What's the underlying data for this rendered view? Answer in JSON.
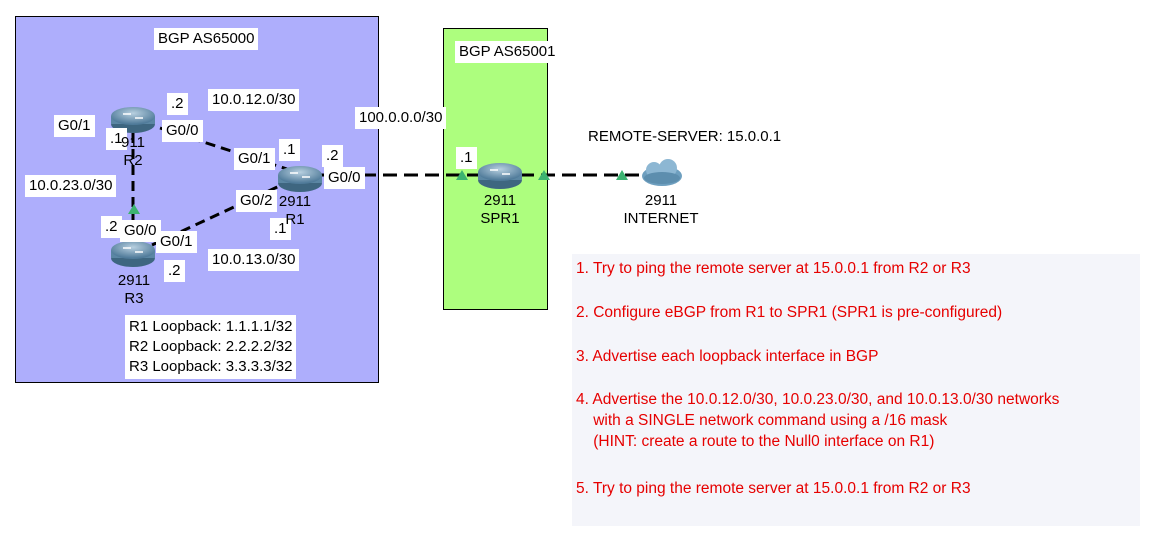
{
  "areas": {
    "as65000": "BGP AS65000",
    "as65001": "BGP AS65001"
  },
  "labels": {
    "r2_g01": "G0/1",
    "r2_dot1": ".1",
    "r2_dot2_top": ".2",
    "r2_g00": "G0/0",
    "net_12": "10.0.12.0/30",
    "net_100": "100.0.0.0/30",
    "net_23": "10.0.23.0/30",
    "net_13": "10.0.13.0/30",
    "r1_g01": "G0/1",
    "r1_dot1_top": ".1",
    "r1_dot2_right": ".2",
    "r1_g00": "G0/0",
    "r1_g02": "G0/2",
    "r1_dot1_bottom": ".1",
    "spr1_dot1": ".1",
    "r3_dot2_left": ".2",
    "r3_g00": "G0/0",
    "r3_g01": "G0/1",
    "r3_dot2_bottom": ".2",
    "remote_server": "REMOTE-SERVER: 15.0.0.1"
  },
  "devices": {
    "r1": {
      "caption": "2911\nR1",
      "icon": "router-icon"
    },
    "r2": {
      "caption": "911\nR2",
      "icon": "router-icon"
    },
    "r3": {
      "caption": "2911\nR3",
      "icon": "router-icon"
    },
    "spr1": {
      "caption": "2911\nSPR1",
      "icon": "router-icon"
    },
    "internet": {
      "caption": "2911\nINTERNET",
      "icon": "cloud-icon"
    }
  },
  "loopbacks": [
    "R1 Loopback: 1.1.1.1/32",
    "R2 Loopback: 2.2.2.2/32",
    "R3 Loopback: 3.3.3.3/32"
  ],
  "tasks": [
    "1. Try to ping the remote server at 15.0.0.1 from R2 or R3",
    "2. Configure eBGP from R1 to SPR1 (SPR1 is pre-configured)",
    "3. Advertise each loopback interface in BGP",
    "4. Advertise the 10.0.12.0/30, 10.0.23.0/30, and 10.0.13.0/30 networks\n    with a SINGLE network command using a /16 mask\n    (HINT: create a route to the Null0 interface on R1)",
    "5. Try to ping the remote server at 15.0.0.1 from R2 or R3"
  ],
  "colors": {
    "as65000_fill": "#aeaefc",
    "as65001_fill": "#adfe7e",
    "task_text": "#e60000",
    "link_up_marker": "#3cb371"
  }
}
